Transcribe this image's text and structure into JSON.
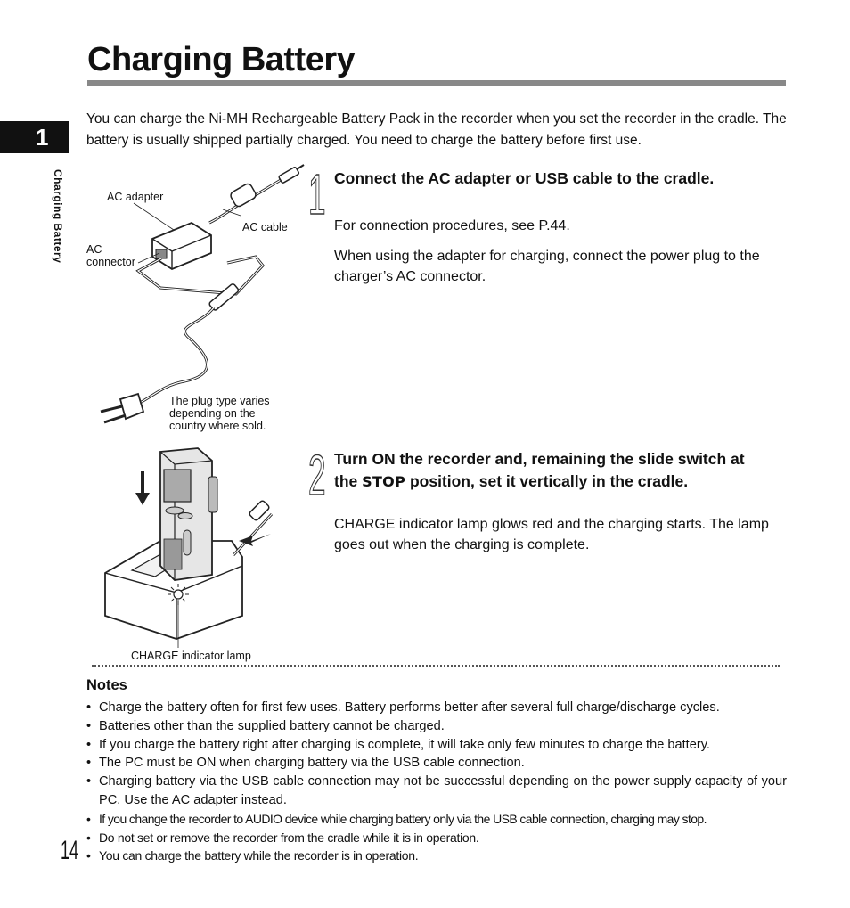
{
  "page": {
    "title": "Charging Battery",
    "chapter_number": "1",
    "side_label": "Charging Battery",
    "page_number": "14"
  },
  "intro": "You can charge the Ni-MH Rechargeable Battery Pack in the recorder when you set the recorder in the cradle. The battery is usually shipped partially charged. You need to charge the battery before first use.",
  "steps": [
    {
      "number": "1",
      "heading": "Connect the AC adapter or USB cable to the cradle.",
      "paragraphs": [
        "For connection procedures, see P.44.",
        "When using the adapter for charging, connect the power plug to the charger’s AC connector."
      ]
    },
    {
      "number": "2",
      "heading_before": "Turn ON the recorder and, remaining the slide switch at the ",
      "heading_stop": "STOP",
      "heading_after": " position, set it vertically in the cradle.",
      "paragraphs": [
        "CHARGE indicator lamp glows red and the charging starts. The lamp goes out when the charging is complete."
      ]
    }
  ],
  "figure1": {
    "ac_adapter": "AC adapter",
    "ac_cable": "AC cable",
    "ac_connector_line1": "AC",
    "ac_connector_line2": "connector",
    "plug_note_line1": "The plug type varies",
    "plug_note_line2": "depending on the",
    "plug_note_line3": "country where sold."
  },
  "figure2": {
    "charge_lamp": "CHARGE indicator lamp"
  },
  "notes": {
    "heading": "Notes",
    "items": [
      "Charge the battery often for first few uses. Battery performs better after several full charge/discharge cycles.",
      "Batteries other than the supplied battery cannot be charged.",
      "If you charge the battery right after charging is complete, it will take only few minutes to charge the battery.",
      "The PC must be ON when charging battery via the USB cable connection.",
      "Charging battery via the USB cable connection may not be successful depending on the power supply capacity of your PC. Use the AC adapter instead.",
      "If you change the recorder to AUDIO device while charging battery only via the USB cable connection, charging may stop.",
      "Do not set or remove the recorder from the cradle while it is in operation.",
      "You can charge the battery while the recorder is in operation."
    ]
  }
}
